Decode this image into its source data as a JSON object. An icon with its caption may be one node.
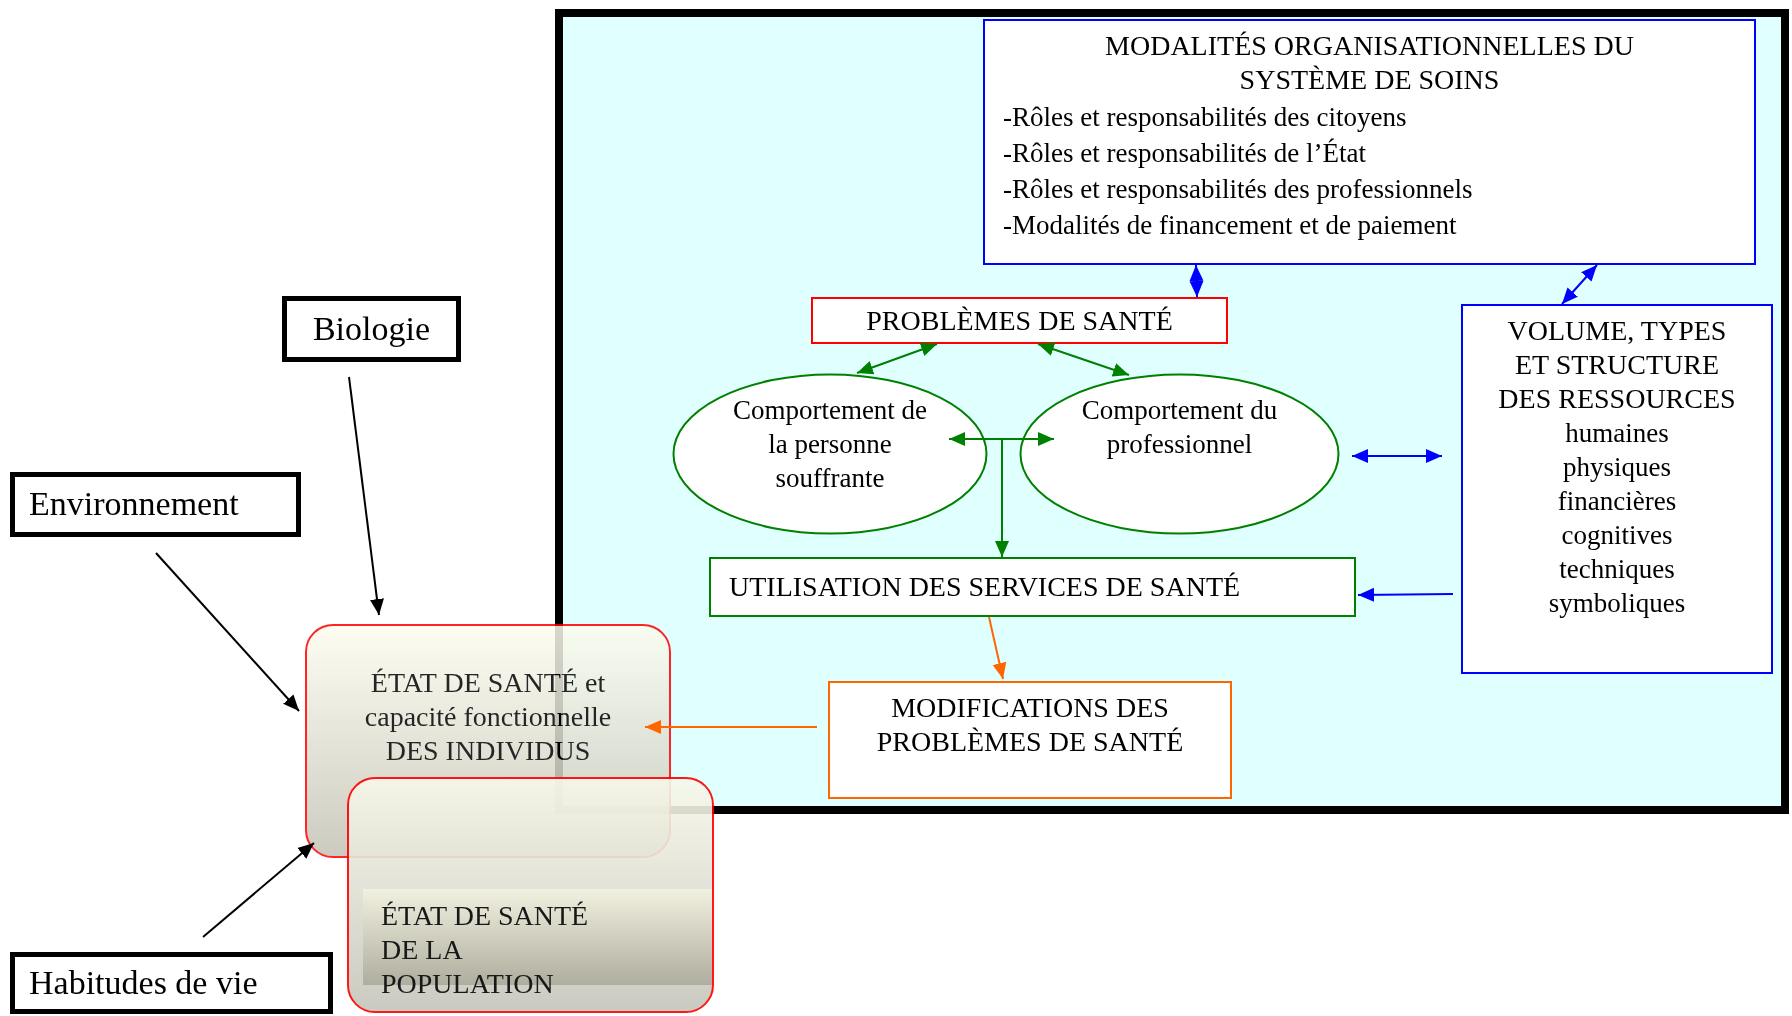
{
  "diagram": {
    "nodes": [
      {
        "text": [],
        "shape": "box"
      },
      {
        "text": [
          "MODALITÉS ORGANISATIONNELLES DU SYSTÈME DE SOINS",
          "-Rôles et responsabilités des citoyens",
          "-Rôles et responsabilités de l’État",
          "-Rôles et responsabilités des professionnels",
          "-Modalités de financement et de paiement"
        ],
        "in": 0
      },
      {
        "text": [
          "PROBLÈMES DE SANTÉ"
        ],
        "in": 0
      },
      {
        "text": [
          "Comportement de la personne souffrante"
        ],
        "in": 0
      },
      {
        "text": [
          "Comportement du professionnel"
        ],
        "in": 0
      },
      {
        "text": [
          "UTILISATION DES SERVICES DE SANTÉ"
        ],
        "in": 0
      },
      {
        "text": [
          "VOLUME, TYPES ET STRUCTURE DES RESSOURCES",
          "humaines",
          "physiques",
          "financières",
          "cognitives",
          "techniques",
          "symboliques"
        ],
        "in": 0
      },
      {
        "text": [
          "MODIFICATIONS DES PROBLÈMES DE SANTÉ"
        ],
        "in": 0
      },
      {
        "text": [
          "ÉTAT DE SANTÉ et capacité fonctionnelle DES INDIVIDUS"
        ]
      },
      {
        "text": [
          "ÉTAT DE SANTÉ DE LA POPULATION"
        ]
      },
      {
        "text": [
          "Biologie"
        ]
      },
      {
        "text": [
          "Environnement"
        ]
      },
      {
        "text": [
          "Habitudes de vie"
        ]
      }
    ],
    "edges": [
      {
        "from": 1,
        "to": 2,
        "arrow": "both",
        "color": "#0000ff"
      },
      {
        "from": 1,
        "to": 6,
        "arrow": "both",
        "color": "#0000ff"
      },
      {
        "from": 3,
        "to": 2,
        "arrow": "both"
      },
      {
        "from": 4,
        "to": 2,
        "arrow": "both"
      },
      {
        "from": 3,
        "to": 4,
        "arrow": "both"
      },
      {
        "from": 3,
        "to": 5,
        "arrow": "to"
      },
      {
        "from": 4,
        "to": 5,
        "arrow": "to"
      },
      {
        "from": 6,
        "to": 4,
        "arrow": "both",
        "color": "#0000ff"
      },
      {
        "from": 6,
        "to": 5,
        "arrow": "to",
        "color": "#0000ff"
      },
      {
        "from": 5,
        "to": 7,
        "arrow": "to",
        "color": "#ff6600"
      },
      {
        "from": 7,
        "to": 8,
        "arrow": "to",
        "color": "#ff6600"
      },
      {
        "from": 10,
        "to": 8,
        "arrow": "to",
        "color": "#000000"
      },
      {
        "from": 11,
        "to": 8,
        "arrow": "to",
        "color": "#000000"
      },
      {
        "from": 12,
        "to": 8,
        "arrow": "to",
        "color": "#000000"
      }
    ]
  }
}
